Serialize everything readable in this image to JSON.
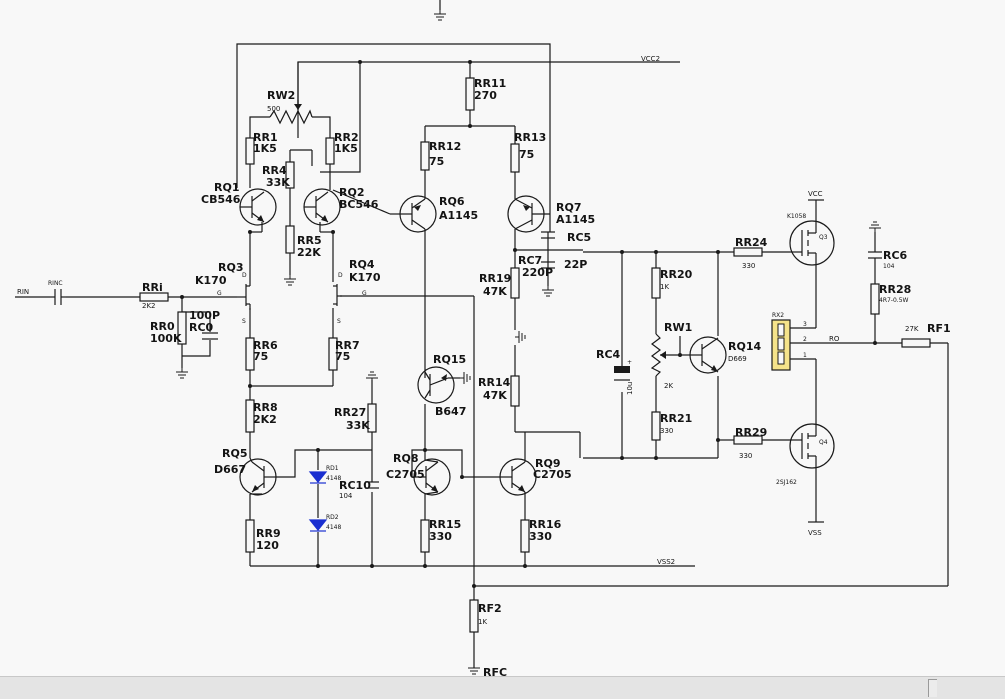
{
  "net_labels": {
    "vcc2": "VCC2",
    "vss2": "VSS2",
    "rin": "RIN",
    "ro": "RO",
    "rfc": "RFC"
  },
  "resistors": {
    "rri": {
      "name": "RRi",
      "value": "2K2"
    },
    "rr0": {
      "name": "RR0",
      "value": "100K"
    },
    "rr1": {
      "name": "RR1",
      "value": "1K5"
    },
    "rr2": {
      "name": "RR2",
      "value": "1K5"
    },
    "rr4": {
      "name": "RR4",
      "value": "33K"
    },
    "rr5": {
      "name": "RR5",
      "value": "22K"
    },
    "rr6": {
      "name": "RR6",
      "value": "75"
    },
    "rr7": {
      "name": "RR7",
      "value": "75"
    },
    "rr8": {
      "name": "RR8",
      "value": "2K2"
    },
    "rr9": {
      "name": "RR9",
      "value": "120"
    },
    "rr11": {
      "name": "RR11",
      "value": "270"
    },
    "rr12": {
      "name": "RR12",
      "value": "75"
    },
    "rr13": {
      "name": "RR13",
      "value": "75"
    },
    "rr14": {
      "name": "RR14",
      "value": "47K"
    },
    "rr15": {
      "name": "RR15",
      "value": "330"
    },
    "rr16": {
      "name": "RR16",
      "value": "330"
    },
    "rr19": {
      "name": "RR19",
      "value": "47K"
    },
    "rr20": {
      "name": "RR20",
      "value": "1K"
    },
    "rr21": {
      "name": "RR21",
      "value": "330"
    },
    "rr24": {
      "name": "RR24",
      "value": "330"
    },
    "rr27": {
      "name": "RR27",
      "value": "33K"
    },
    "rr28": {
      "name": "RR28",
      "value": "4R7-0.5W"
    },
    "rr29": {
      "name": "RR29",
      "value": "330"
    },
    "rf1": {
      "name": "RF1",
      "value": "27K"
    },
    "rf2": {
      "name": "RF2",
      "value": "1K"
    },
    "rw1": {
      "name": "RW1",
      "value": "2K"
    },
    "rw2": {
      "name": "RW2",
      "value": "500"
    }
  },
  "capacitors": {
    "rinc": {
      "name": "RINC",
      "value": ""
    },
    "rc0": {
      "name": "RC0",
      "value": "100P"
    },
    "rc4": {
      "name": "RC4",
      "value": "10u"
    },
    "rc5": {
      "name": "RC5",
      "value": "22P"
    },
    "rc6": {
      "name": "RC6",
      "value": "104"
    },
    "rc7": {
      "name": "RC7",
      "value": "220P"
    },
    "rc10": {
      "name": "RC10",
      "value": "104"
    }
  },
  "transistors": {
    "rq1": {
      "name": "RQ1",
      "part": "CB546"
    },
    "rq2": {
      "name": "RQ2",
      "part": "BC546"
    },
    "rq3": {
      "name": "RQ3",
      "part": "K170"
    },
    "rq4": {
      "name": "RQ4",
      "part": "K170"
    },
    "rq5": {
      "name": "RQ5",
      "part": "D667"
    },
    "rq6": {
      "name": "RQ6",
      "part": "A1145"
    },
    "rq7": {
      "name": "RQ7",
      "part": "A1145"
    },
    "rq8": {
      "name": "RQ8",
      "part": "C2705"
    },
    "rq9": {
      "name": "RQ9",
      "part": "C2705"
    },
    "rq14": {
      "name": "RQ14",
      "part": "D669"
    },
    "rq15": {
      "name": "RQ15",
      "part": "B647"
    },
    "q3": {
      "name": "Q3",
      "part": "K1058"
    },
    "q4": {
      "name": "Q4",
      "part": "2SJ162"
    }
  },
  "diodes": {
    "rd1": {
      "name": "RD1",
      "part": "4148"
    },
    "rd2": {
      "name": "RD2",
      "part": "4148"
    }
  },
  "connector": {
    "name": "RX2",
    "pins": [
      "3",
      "2",
      "1"
    ]
  },
  "supplies": {
    "vcc": "VCC",
    "vss": "VSS"
  },
  "pin_letters": {
    "d": "D",
    "g": "G",
    "s": "S"
  },
  "colors": {
    "wire": "#1a1a1a",
    "diode": "#1a2fd0",
    "connector": "#f5e38a",
    "background": "#f8f8f8"
  }
}
